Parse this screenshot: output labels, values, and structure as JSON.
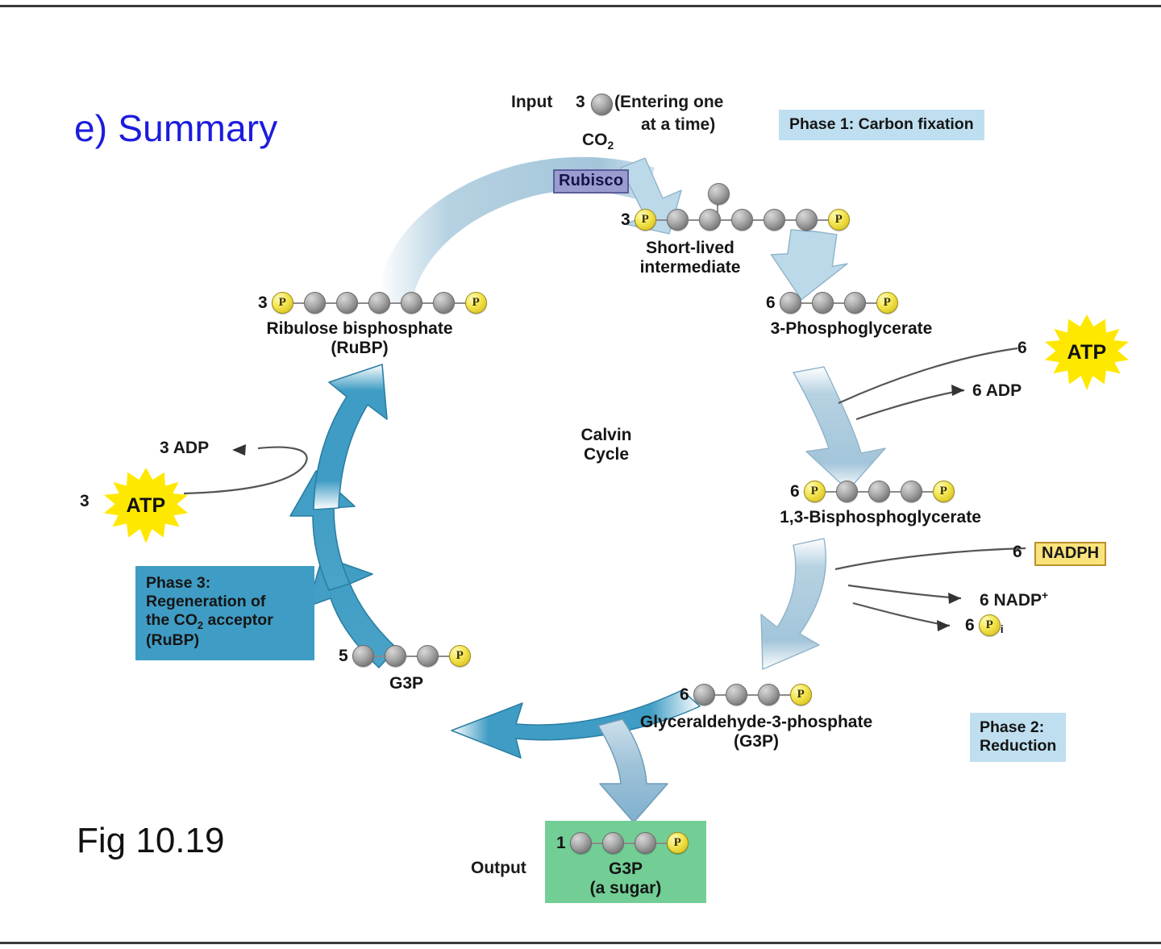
{
  "slide": {
    "heading": "e) Summary",
    "figure_number": "Fig 10.19",
    "heading_color": "#1c1cdd"
  },
  "diagram": {
    "center_label_line1": "Calvin",
    "center_label_line2": "Cycle",
    "input_label": "Input",
    "input_count": "3",
    "input_molecule": "CO",
    "input_molecule_sub": "2",
    "input_note_line1": "(Entering one",
    "input_note_line2": "at a time)",
    "enzyme": "Rubisco",
    "output_label": "Output"
  },
  "phases": [
    {
      "id": "phase1",
      "text": "Phase 1: Carbon fixation",
      "bg": "#bfdff0",
      "style": "light"
    },
    {
      "id": "phase2",
      "line1": "Phase 2:",
      "line2": "Reduction",
      "bg": "#bfdff0",
      "style": "light"
    },
    {
      "id": "phase3",
      "line1": "Phase 3:",
      "line2": "Regeneration of",
      "line3a": "the CO",
      "line3sub": "2",
      "line3b": " acceptor",
      "line4": "(RuBP)",
      "bg": "#3f9cc4",
      "style": "dark"
    }
  ],
  "molecules": {
    "short_lived": {
      "count": "3",
      "caption_line1": "Short-lived",
      "caption_line2": "intermediate",
      "pattern": [
        "P",
        "bond",
        "C",
        "bond",
        "C",
        "bond",
        "C",
        "bond",
        "C",
        "bond",
        "C",
        "bond",
        "P"
      ],
      "branch_on_node": 3
    },
    "pga": {
      "count": "6",
      "caption": "3-Phosphoglycerate",
      "pattern": [
        "C",
        "bond",
        "C",
        "bond",
        "C",
        "bond",
        "P"
      ]
    },
    "bpg": {
      "count": "6",
      "caption": "1,3-Bisphosphoglycerate",
      "pattern": [
        "P",
        "bond",
        "C",
        "bond",
        "C",
        "bond",
        "C",
        "bond",
        "P"
      ]
    },
    "g3p_cycle": {
      "count": "6",
      "caption_line1": "Glyceraldehyde-3-phosphate",
      "caption_line2": "(G3P)",
      "pattern": [
        "C",
        "bond",
        "C",
        "bond",
        "C",
        "bond",
        "P"
      ]
    },
    "g3p_recycled": {
      "count": "5",
      "caption": "G3P",
      "pattern": [
        "C",
        "bond",
        "C",
        "bond",
        "C",
        "bond",
        "P"
      ]
    },
    "rubp": {
      "count": "3",
      "caption_line1": "Ribulose bisphosphate",
      "caption_line2": "(RuBP)",
      "pattern": [
        "P",
        "bond",
        "C",
        "bond",
        "C",
        "bond",
        "C",
        "bond",
        "C",
        "bond",
        "C",
        "bond",
        "P"
      ]
    },
    "g3p_output": {
      "count": "1",
      "caption_line1": "G3P",
      "caption_line2": "(a sugar)",
      "pattern": [
        "C",
        "bond",
        "C",
        "bond",
        "C",
        "bond",
        "P"
      ],
      "box_color": "#72ce95"
    }
  },
  "cofactors": {
    "atp_phase2": {
      "count": "6",
      "label": "ATP",
      "product": "6 ADP",
      "color": "#ffe800"
    },
    "atp_phase3": {
      "count": "3",
      "label": "ATP",
      "product": "3 ADP",
      "color": "#ffe800"
    },
    "nadph": {
      "count": "6",
      "label": "NADPH",
      "color": "#fbe37c"
    },
    "nadp_plus": {
      "text": "6 NADP",
      "superscript": "+"
    },
    "phosphate": {
      "count": "6",
      "label": "P",
      "subscript": "i"
    }
  },
  "palette": {
    "arrow_light": "#a9cadd",
    "arrow_dark": "#3f9cc4",
    "phase_light_bg": "#bfdff0",
    "phase_dark_bg": "#3f9cc4",
    "output_green": "#72ce95",
    "phosphate_yellow": "#f2e44e",
    "carbon_gray": "#8f8f8f"
  }
}
